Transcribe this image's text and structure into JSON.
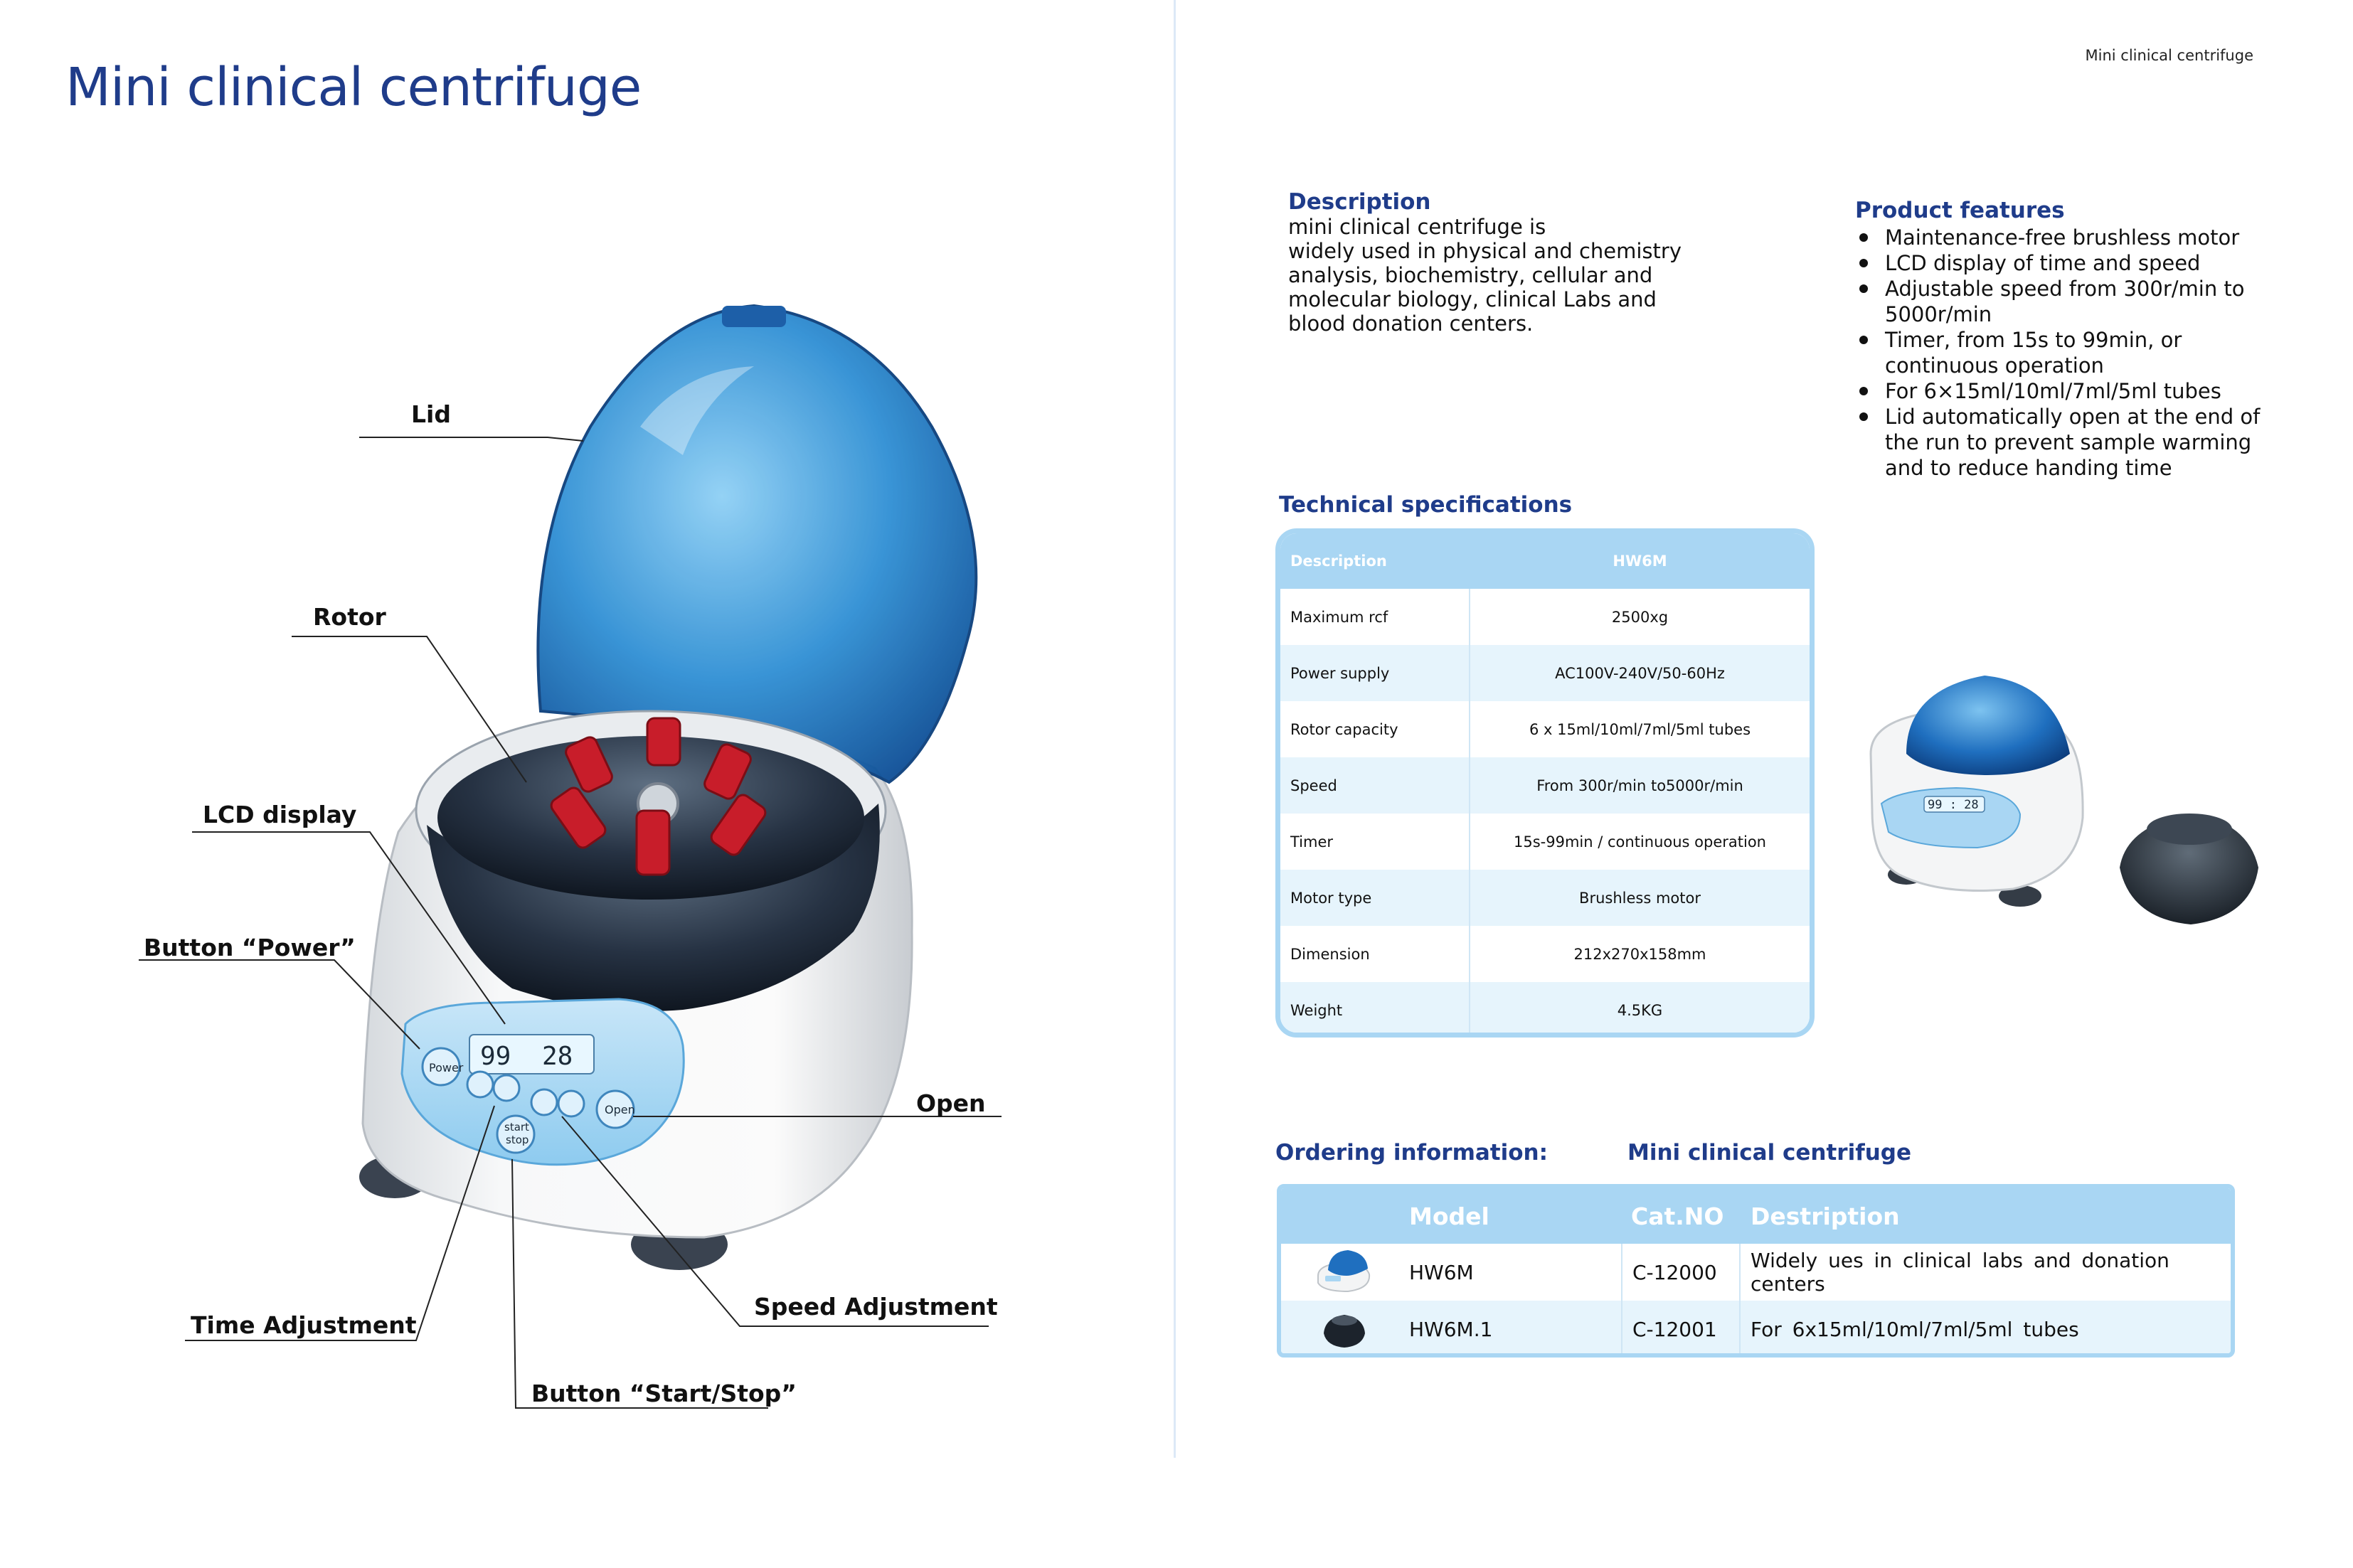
{
  "left_page": {
    "title": "Mini clinical centrifuge",
    "callouts": {
      "lid": "Lid",
      "rotor": "Rotor",
      "lcd_display": "LCD display",
      "button_power": "Button “Power”",
      "open": "Open",
      "time_adjustment": "Time  Adjustment",
      "speed_adjustment": "Speed  Adjustment",
      "button_start_stop": "Button “Start/Stop”"
    },
    "device_labels": {
      "lcd_time": "99",
      "lcd_speed": "28",
      "power_btn": "Power",
      "open_btn": "Open",
      "start_btn_line1": "start",
      "start_btn_line2": "stop"
    }
  },
  "right_page": {
    "header": "Mini clinical centrifuge",
    "description": {
      "heading": "Description",
      "lines": [
        "mini clinical centrifuge is",
        "widely used in physical and chemistry",
        "analysis, biochemistry, cellular and",
        "molecular biology, clinical Labs and",
        "blood donation centers."
      ]
    },
    "features": {
      "heading": "Product features",
      "items": [
        "Maintenance-free brushless motor",
        "LCD display of time and speed",
        "Adjustable speed from 300r/min to 5000r/min",
        "Timer, from 15s to 99min, or continuous operation",
        "For 6×15ml/10ml/7ml/5ml tubes",
        "Lid automatically open at the end of the run to prevent sample warming and to reduce handing time"
      ]
    },
    "tech_specs": {
      "heading": "Technical specifications",
      "header": [
        "Description",
        "HW6M"
      ],
      "rows": [
        [
          "Maximum rcf",
          "2500xg"
        ],
        [
          "Power supply",
          "AC100V-240V/50-60Hz"
        ],
        [
          "Rotor capacity",
          "6 x 15ml/10ml/7ml/5ml tubes"
        ],
        [
          "Speed",
          "From 300r/min to5000r/min"
        ],
        [
          "Timer",
          "15s-99min / continuous operation"
        ],
        [
          "Motor type",
          "Brushless motor"
        ],
        [
          "Dimension",
          "212x270x158mm"
        ],
        [
          "Weight",
          "4.5KG"
        ]
      ]
    },
    "product_photo": {
      "lcd_text": "99 : 28"
    },
    "ordering": {
      "heading": "Ordering information:",
      "product_name": "Mini clinical centrifuge",
      "header": [
        "Model",
        "Cat.NO",
        "Destription"
      ],
      "rows": [
        {
          "model": "HW6M",
          "cat": "C-12000",
          "desc": "Widely ues in clinical labs and donation centers",
          "icon": "centrifuge-icon"
        },
        {
          "model": "HW6M.1",
          "cat": "C-12001",
          "desc": "For 6x15ml/10ml/7ml/5ml tubes",
          "icon": "rotor-icon"
        }
      ]
    },
    "colors": {
      "brand_blue": "#1f3c8a",
      "table_blue": "#a9d6f3",
      "row_alt": "#e6f4fc"
    }
  }
}
